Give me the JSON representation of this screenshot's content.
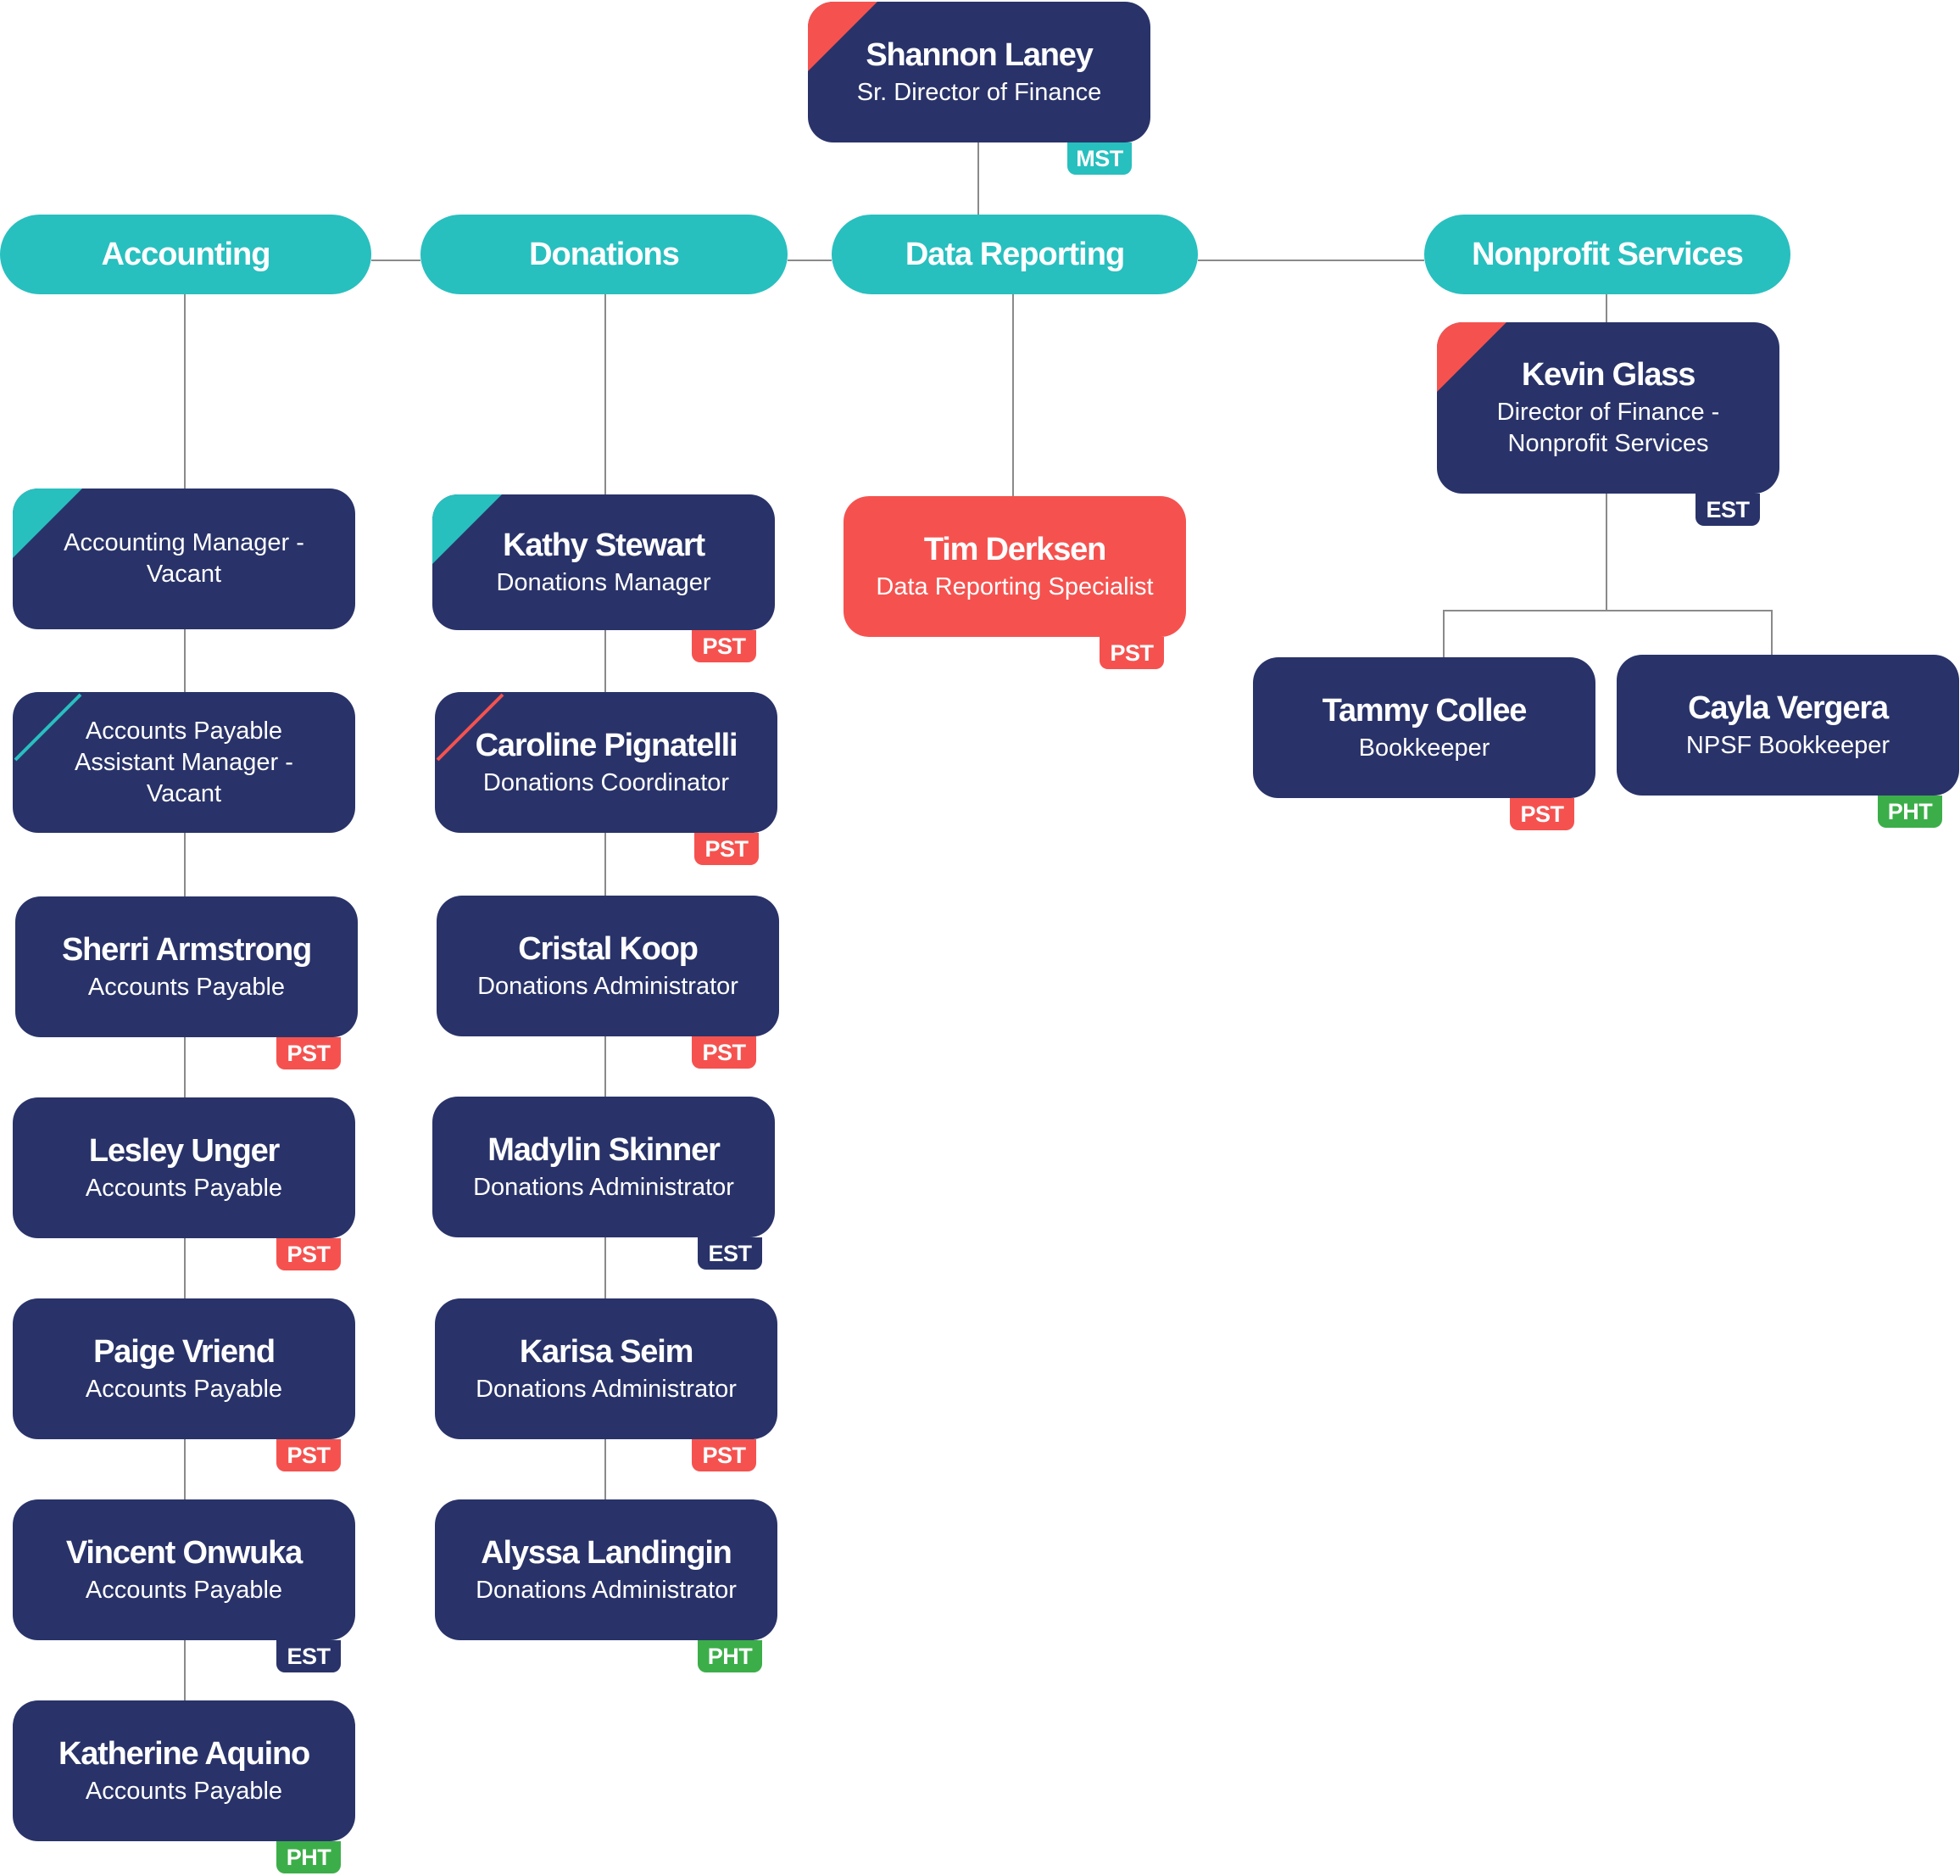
{
  "colors": {
    "navy": "#293369",
    "teal": "#28bfbf",
    "red": "#f5524f",
    "green": "#3cae49",
    "line": "#8a8a8a"
  },
  "root": {
    "name": "Shannon Laney",
    "role": "Sr. Director of Finance",
    "tz": "MST"
  },
  "departments": [
    "Accounting",
    "Donations",
    "Data Reporting",
    "Nonprofit Services"
  ],
  "accounting": [
    {
      "name": "",
      "role": "Accounting Manager -\nVacant",
      "tz": ""
    },
    {
      "name": "",
      "role": "Accounts Payable\nAssistant Manager -\nVacant",
      "tz": ""
    },
    {
      "name": "Sherri Armstrong",
      "role": "Accounts Payable",
      "tz": "PST"
    },
    {
      "name": "Lesley Unger",
      "role": "Accounts Payable",
      "tz": "PST"
    },
    {
      "name": "Paige Vriend",
      "role": "Accounts Payable",
      "tz": "PST"
    },
    {
      "name": "Vincent Onwuka",
      "role": "Accounts Payable",
      "tz": "EST"
    },
    {
      "name": "Katherine Aquino",
      "role": "Accounts Payable",
      "tz": "PHT"
    }
  ],
  "donations": [
    {
      "name": "Kathy Stewart",
      "role": "Donations Manager",
      "tz": "PST"
    },
    {
      "name": "Caroline Pignatelli",
      "role": "Donations Coordinator",
      "tz": "PST"
    },
    {
      "name": "Cristal Koop",
      "role": "Donations Administrator",
      "tz": "PST"
    },
    {
      "name": "Madylin Skinner",
      "role": "Donations Administrator",
      "tz": "EST"
    },
    {
      "name": "Karisa Seim",
      "role": "Donations Administrator",
      "tz": "PST"
    },
    {
      "name": "Alyssa Landingin",
      "role": "Donations Administrator",
      "tz": "PHT"
    }
  ],
  "data_reporting": [
    {
      "name": "Tim Derksen",
      "role": "Data Reporting Specialist",
      "tz": "PST"
    }
  ],
  "nonprofit": [
    {
      "name": "Kevin Glass",
      "role": "Director of Finance -\nNonprofit Services",
      "tz": "EST"
    },
    {
      "name": "Tammy Collee",
      "role": "Bookkeeper",
      "tz": "PST"
    },
    {
      "name": "Cayla Vergera",
      "role": "NPSF Bookkeeper",
      "tz": "PHT"
    }
  ]
}
